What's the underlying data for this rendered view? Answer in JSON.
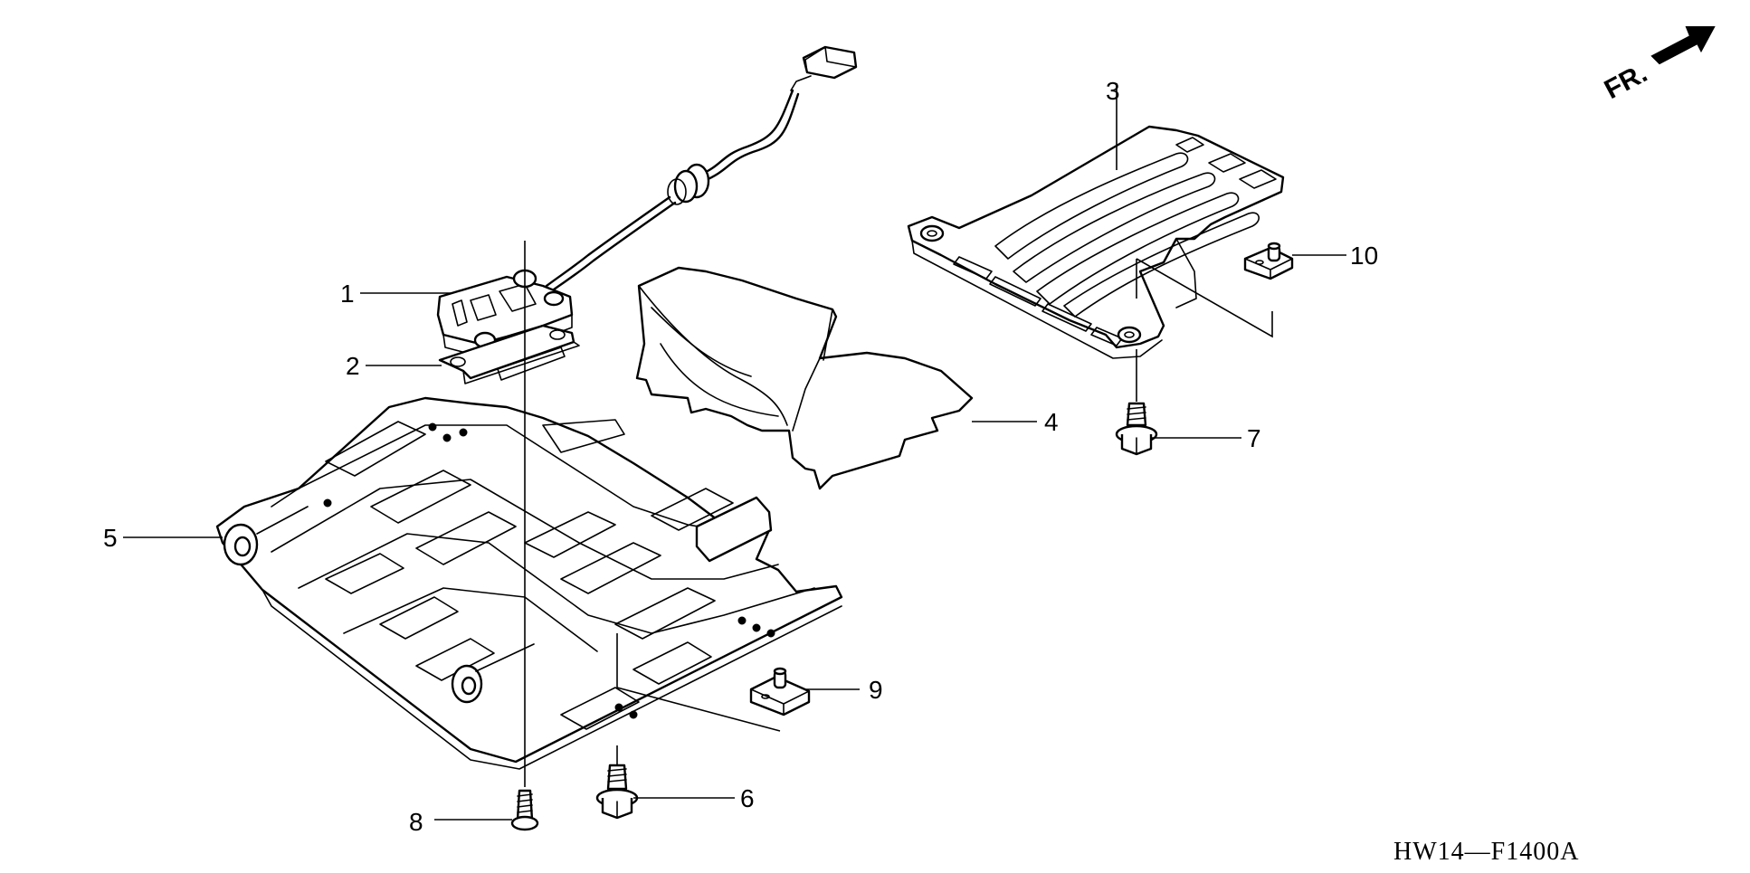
{
  "diagram": {
    "drawing_code": "HW14—F1400A",
    "direction_label": "FR.",
    "callouts": [
      "1",
      "2",
      "3",
      "4",
      "5",
      "6",
      "7",
      "8",
      "9",
      "10"
    ],
    "parts": [
      "switch-assembly-with-cable",
      "switch-mounting-plate",
      "rear-skid-plate",
      "shroud-cover",
      "front-skid-plate",
      "flange-bolt",
      "flange-bolt",
      "screw",
      "collar-nut",
      "collar-nut"
    ]
  }
}
